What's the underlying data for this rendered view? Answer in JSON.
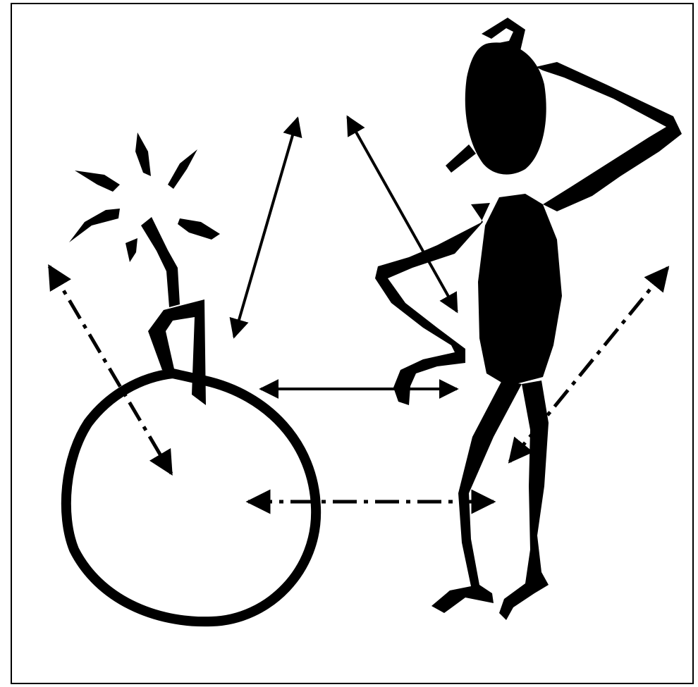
{
  "colors": {
    "ink": "#000000",
    "background": "#ffffff"
  },
  "figure": {
    "left_object": "bomb",
    "right_object": "stick-figure",
    "arrow_styles": {
      "top_left": "solid",
      "top_right": "solid",
      "middle": "solid",
      "bottom": "dash-dot",
      "outer_left": "dash-dot",
      "outer_right": "dash-dot"
    }
  }
}
